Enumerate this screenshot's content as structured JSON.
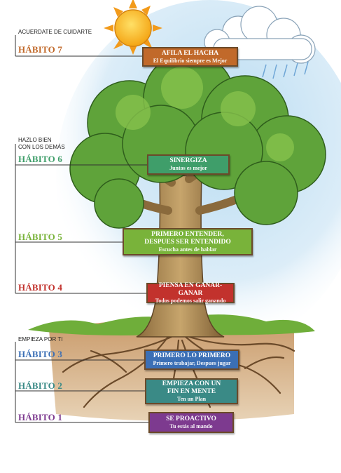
{
  "groups": {
    "public_top": "ACUERDATE DE CUIDARTE",
    "public_mid_1": "HAZLO BIEN",
    "public_mid_2": "CON LOS DEMÁS",
    "private": "EMPIEZA POR TI"
  },
  "habits": [
    {
      "label": "HÁBITO 7",
      "title": "AFILA EL HACHA",
      "subtitle": "El Equilibrio siempre es Mejor",
      "color": "#c1692a"
    },
    {
      "label": "HÁBITO 6",
      "title": "SINERGIZA",
      "subtitle": "Juntos es mejor",
      "color": "#3f9e6a"
    },
    {
      "label": "HÁBITO 5",
      "title_1": "PRIMERO ENTENDER,",
      "title_2": "DESPUES SER ENTENDIDO",
      "subtitle": "Escucha antes de hablar",
      "color": "#79b33a"
    },
    {
      "label": "HÁBITO 4",
      "title": "PIENSA EN GANAR-GANAR",
      "subtitle": "Todos podemos salir ganando",
      "color": "#c2322d"
    },
    {
      "label": "HÁBITO 3",
      "title": "PRIMERO LO PRIMERO",
      "subtitle": "Primero trabajar, Despues jugar",
      "color": "#3b6fb5"
    },
    {
      "label": "HÁBITO 2",
      "title_1": "EMPIEZA CON UN",
      "title_2": "FIN EN MENTE",
      "subtitle": "Ten un Plan",
      "color": "#3a8a86"
    },
    {
      "label": "HÁBITO 1",
      "title": "SE PROACTIVO",
      "subtitle": "Tu estás al mando",
      "color": "#7d3a8f"
    }
  ]
}
